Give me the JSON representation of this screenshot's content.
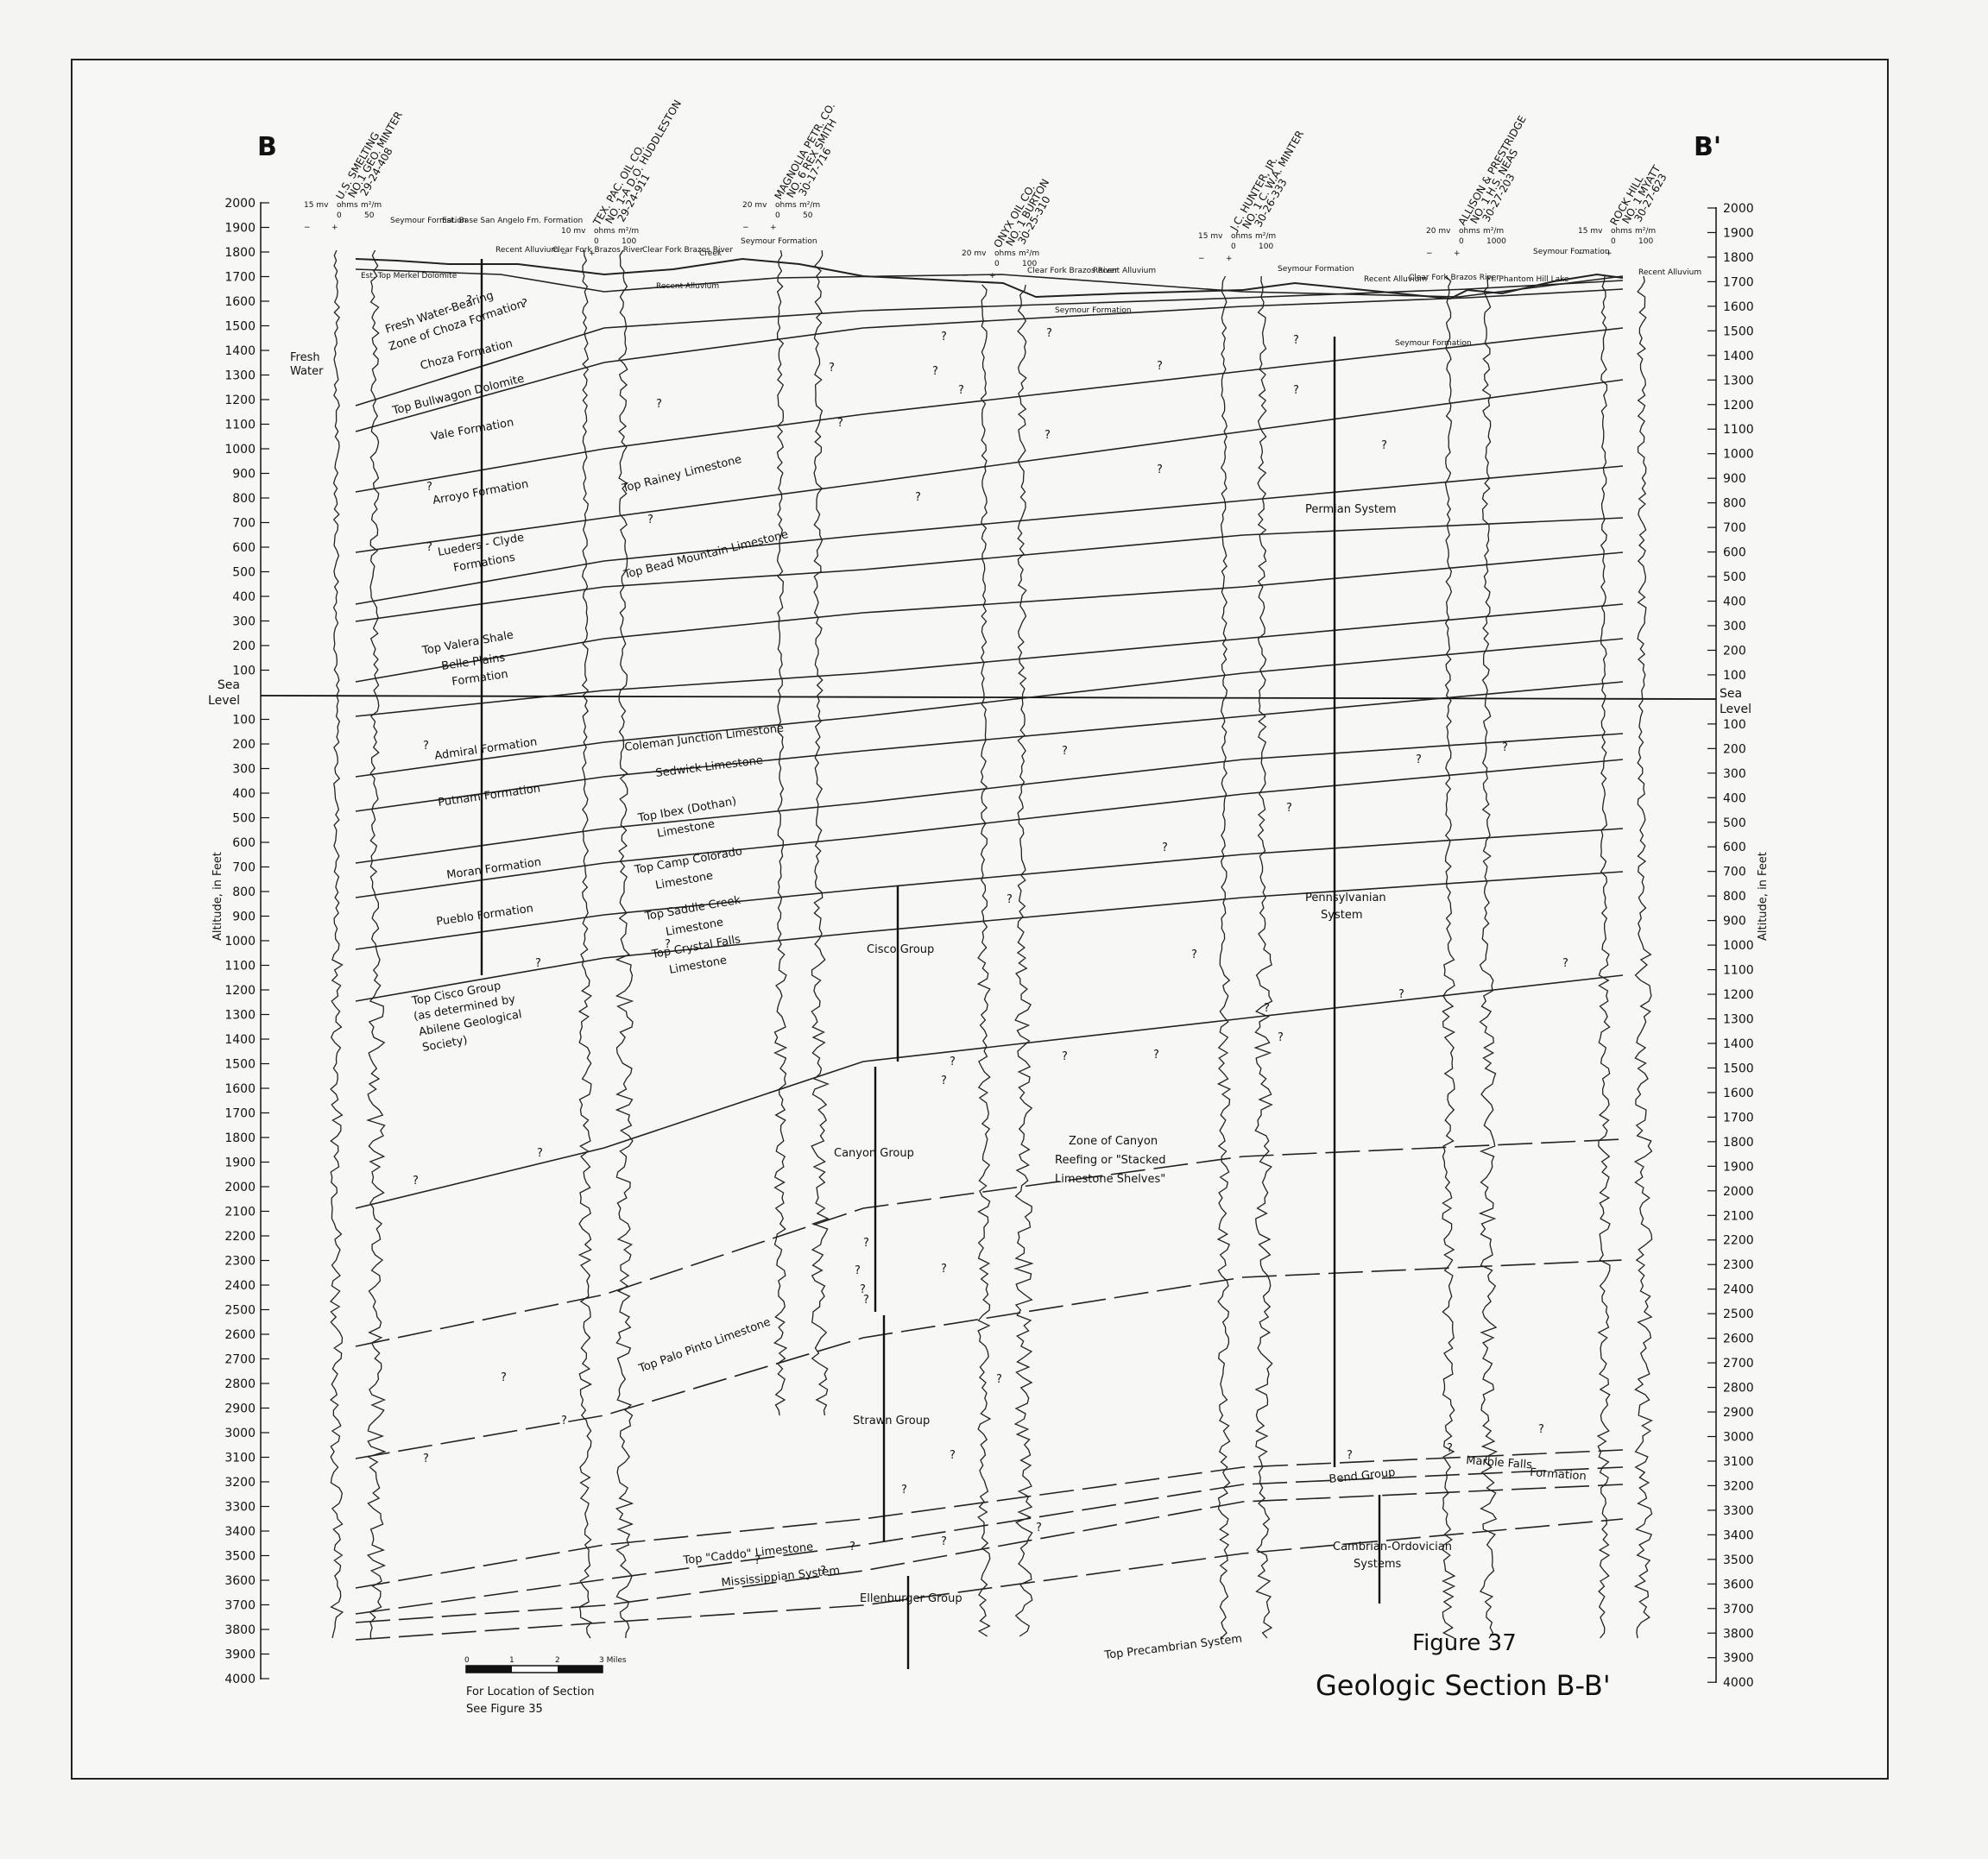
{
  "section_ends": {
    "left": "B",
    "right": "B'"
  },
  "axis": {
    "ticks_above": [
      "2000",
      "1900",
      "1800",
      "1700",
      "1600",
      "1500",
      "1400",
      "1300",
      "1200",
      "1100",
      "1000",
      "900",
      "800",
      "700",
      "600",
      "500",
      "400",
      "300",
      "200",
      "100"
    ],
    "sea_level": [
      "Sea",
      "Level"
    ],
    "ticks_below": [
      "100",
      "200",
      "300",
      "400",
      "500",
      "600",
      "700",
      "800",
      "900",
      "1000",
      "1100",
      "1200",
      "1300",
      "1400",
      "1500",
      "1600",
      "1700",
      "1800",
      "1900",
      "2000",
      "2100",
      "2200",
      "2300",
      "2400",
      "2500",
      "2600",
      "2700",
      "2800",
      "2900",
      "3000",
      "3100",
      "3200",
      "3300",
      "3400",
      "3500",
      "3600",
      "3700",
      "3800",
      "3900",
      "4000"
    ],
    "label_left": "Altitude, in Feet",
    "label_right": "Altitude, in Feet"
  },
  "wells": [
    {
      "lines": [
        "U.S. SMELTING",
        "NO.1 GEO. MINTER",
        "29-24-408"
      ],
      "scale": [
        "15 mv",
        "ohms",
        "m²/m",
        "0",
        "50",
        "−",
        "+"
      ]
    },
    {
      "lines": [
        "TEX. PAC. OIL CO.",
        "NO. 1-A D.O. HUDDLESTON",
        "29-24-911"
      ],
      "scale": [
        "10 mv",
        "ohms",
        "m²/m",
        "0",
        "100",
        "−",
        "+"
      ]
    },
    {
      "lines": [
        "MAGNOLIA PETR. CO.",
        "NO. 6 REX SMITH",
        "30-17-716"
      ],
      "scale": [
        "20 mv",
        "ohms",
        "m²/m",
        "0",
        "50",
        "−",
        "+"
      ]
    },
    {
      "lines": [
        "ONYX OIL CO.",
        "NO. 1 BURTON",
        "30-25-310"
      ],
      "scale": [
        "20 mv",
        "ohms",
        "m²/m",
        "0",
        "100",
        "−",
        "+"
      ]
    },
    {
      "lines": [
        "J.C. HUNTER, JR.",
        "NO. 1 C. W.A. MINTER",
        "30-26-333"
      ],
      "scale": [
        "15 mv",
        "ohms",
        "m²/m",
        "0",
        "100",
        "−",
        "+"
      ]
    },
    {
      "lines": [
        "ALLISON & PRESTRIDGE",
        "NO. 1 H.S. NEAS",
        "30-27-203"
      ],
      "scale": [
        "20 mv",
        "ohms",
        "m²/m",
        "0",
        "1000",
        "−",
        "+"
      ]
    },
    {
      "lines": [
        "ROCK HILL",
        "NO. 1 MYATT",
        "30-27-623"
      ],
      "scale": [
        "15 mv",
        "ohms",
        "m²/m",
        "0",
        "100",
        "−",
        "+"
      ]
    }
  ],
  "surface_labels": [
    "Seymour Formation",
    "Est. Base San Angelo Fm. Formation",
    "Recent Alluvium",
    "Clear Fork Brazos River",
    "Clear Fork Brazos River",
    "Creek",
    "Recent Alluvium",
    "Seymour Formation",
    "Clear Fork Brazos River",
    "Recent Alluvium",
    "Seymour Formation",
    "Seymour Formation",
    "Recent Alluvium",
    "Clear Fork Brazos River",
    "Ft. Phantom Hill Lake",
    "Seymour Formation",
    "Seymour Formation",
    "Recent Alluvium",
    "Est. Top Merkel Dolomite"
  ],
  "formations": {
    "fresh_water": [
      "Fresh",
      "Water"
    ],
    "fresh_water_zone": [
      "Fresh Water-Bearing",
      "Zone of Choza Formation"
    ],
    "choza": "Choza Formation",
    "bullwagon": "Top Bullwagon Dolomite",
    "vale": "Vale Formation",
    "arroyo": "Arroyo Formation",
    "lueders": [
      "Lueders - Clyde",
      "Formations"
    ],
    "valera": "Top Valera Shale",
    "belle_plains": [
      "Belle Plains",
      "Formation"
    ],
    "admiral": "Admiral Formation",
    "putnam": "Putnam Formation",
    "moran": "Moran Formation",
    "pueblo": "Pueblo Formation",
    "cisco_top": [
      "Top Cisco Group",
      "(as determined by",
      "Abilene Geological",
      "Society)"
    ],
    "rainey": "Top Rainey Limestone",
    "bead_mountain": "Top Bead Mountain Limestone",
    "coleman": "Coleman Junction Limestone",
    "sedwick": "Sedwick Limestone",
    "ibex": [
      "Top Ibex (Dothan)",
      "Limestone"
    ],
    "camp_colorado": [
      "Top Camp Colorado",
      "Limestone"
    ],
    "saddle_creek": [
      "Top Saddle Creek",
      "Limestone"
    ],
    "crystal_falls": [
      "Top Crystal Falls",
      "Limestone"
    ],
    "cisco_group": "Cisco Group",
    "canyon_group": "Canyon Group",
    "canyon_reef": [
      "Zone of Canyon",
      "Reefing or \"Stacked",
      "Limestone Shelves\""
    ],
    "palo_pinto": "Top Palo Pinto Limestone",
    "strawn_group": "Strawn Group",
    "caddo": "Top \"Caddo\" Limestone",
    "mississippian": "Mississippian System",
    "ellenburger": "Ellenburger Group",
    "precambrian": "Top Precambrian System",
    "permian": "Permian System",
    "pennsylvanian": [
      "Pennsylvanian",
      "System"
    ],
    "bend": "Bend Group",
    "marble_falls": [
      "Marble Falls",
      "Formation"
    ],
    "cambro": [
      "Cambrian-Ordovician",
      "Systems"
    ],
    "query": "?"
  },
  "scale_bar": {
    "ticks": [
      "0",
      "1",
      "2",
      "3 Miles"
    ],
    "note": [
      "For Location of Section",
      "See Figure 35"
    ]
  },
  "figure": {
    "number": "Figure 37",
    "title": "Geologic Section B-B'"
  }
}
